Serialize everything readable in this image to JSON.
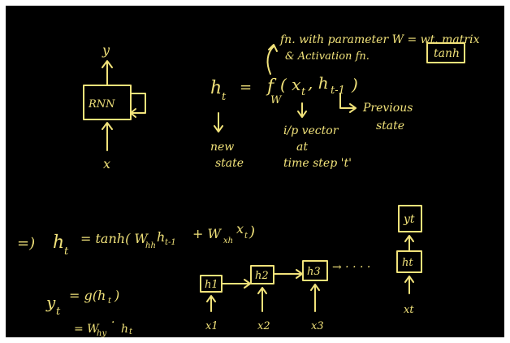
{
  "rnn_diagram": {
    "box_label": "RNN",
    "output_label": "y",
    "input_label": "x"
  },
  "definition": {
    "lhs": "h",
    "lhs_sub": "t",
    "equals": "=",
    "fn": "f",
    "fn_sub": "W",
    "args": "( x",
    "arg1_sub": "t",
    "comma": ", h",
    "arg2_sub": "t-1",
    "close": ")",
    "note_fn": "fn. with parameter W = wt. matrix",
    "note_activation": "& Activation fn.",
    "tanh_box": "tanh",
    "new_state_1": "new",
    "new_state_2": "state",
    "input_vec_1": "i/p vector",
    "input_vec_2": "at",
    "input_vec_3": "time step 't'",
    "prev_state_1": "Previous",
    "prev_state_2": "state"
  },
  "update_eq": {
    "implies": "=)",
    "lhs": "h",
    "lhs_sub": "t",
    "rhs": "= tanh( W",
    "w1_sub": "hh",
    "h": "h",
    "h_sub": "t-1",
    "plus": "+ W",
    "w2_sub": "xh",
    "x": "x",
    "x_sub": "t",
    "close": ")"
  },
  "output_eq": {
    "lhs": "y",
    "lhs_sub": "t",
    "rhs": "= g(h",
    "rhs_sub": "t",
    "close": ")",
    "line2_start": "= W",
    "line2_sub": "hy",
    "line2_dot": "·",
    "line2_h": "h",
    "line2_h_sub": "t"
  },
  "unrolled": {
    "cells": [
      "h1",
      "h2",
      "h3",
      "ht"
    ],
    "inputs": [
      "x1",
      "x2",
      "x3",
      "xt"
    ],
    "dots": "→ · · · ·",
    "output": "yt"
  }
}
